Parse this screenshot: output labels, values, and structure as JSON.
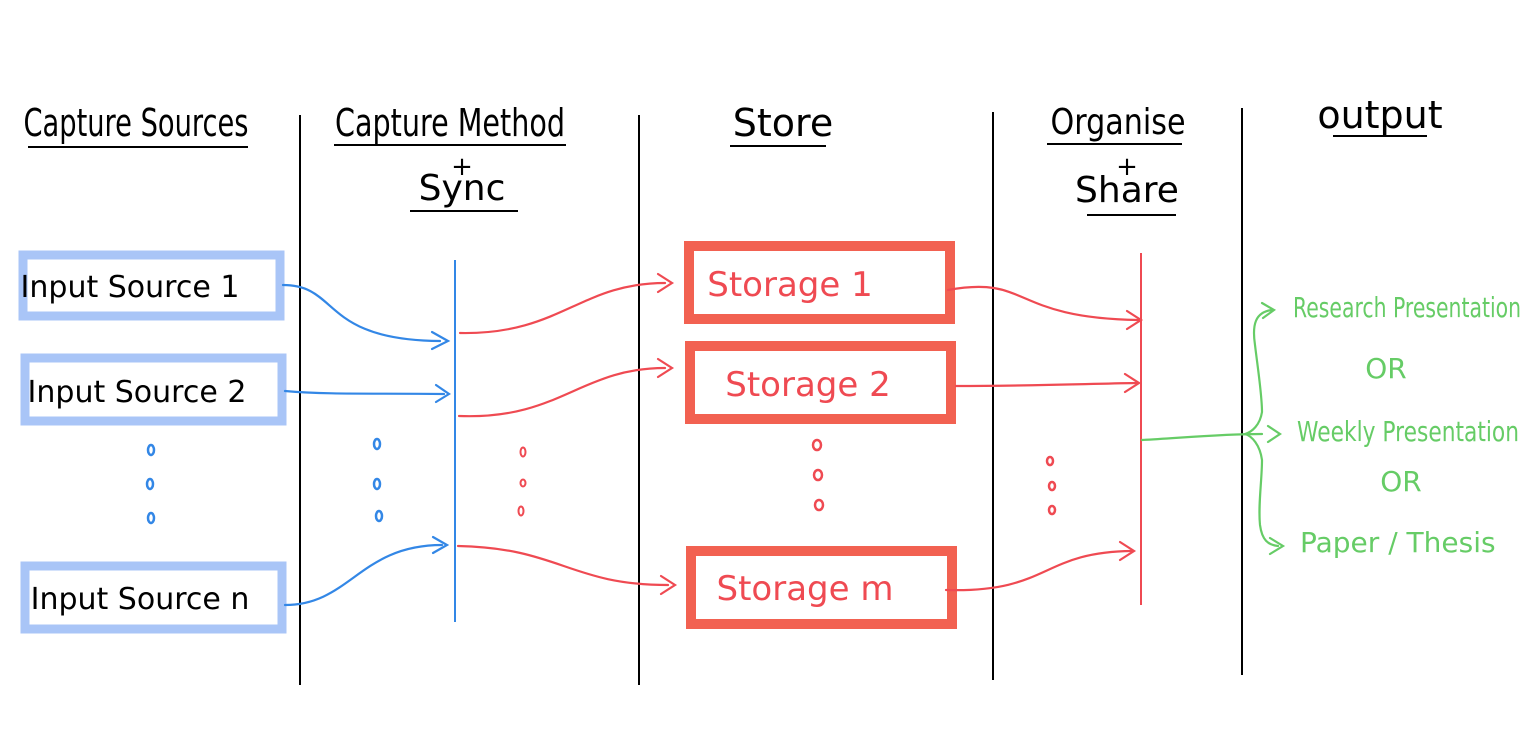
{
  "columns": {
    "capture_sources": "Capture Sources",
    "capture_method": "Capture Method",
    "plus_1": "+",
    "sync": "Sync",
    "store": "Store",
    "organise": "Organise",
    "plus_2": "+",
    "share": "Share",
    "output": "output"
  },
  "sources": [
    {
      "label": "Input Source 1"
    },
    {
      "label": "Input Source 2"
    },
    {
      "label": "Input Source n"
    }
  ],
  "storages": [
    {
      "label": "Storage 1"
    },
    {
      "label": "Storage 2"
    },
    {
      "label": "Storage m"
    }
  ],
  "outputs": {
    "research": "Research Presentation",
    "or_1": "OR",
    "weekly": "Weekly Presentation",
    "or_2": "OR",
    "paper": "Paper / Thesis"
  },
  "colors": {
    "source_box": "#a9c5f7",
    "source_line": "#3387e6",
    "storage_box": "#f26151",
    "storage_line": "#ef4a52",
    "output_text": "#66cc66",
    "ink": "#000000"
  }
}
